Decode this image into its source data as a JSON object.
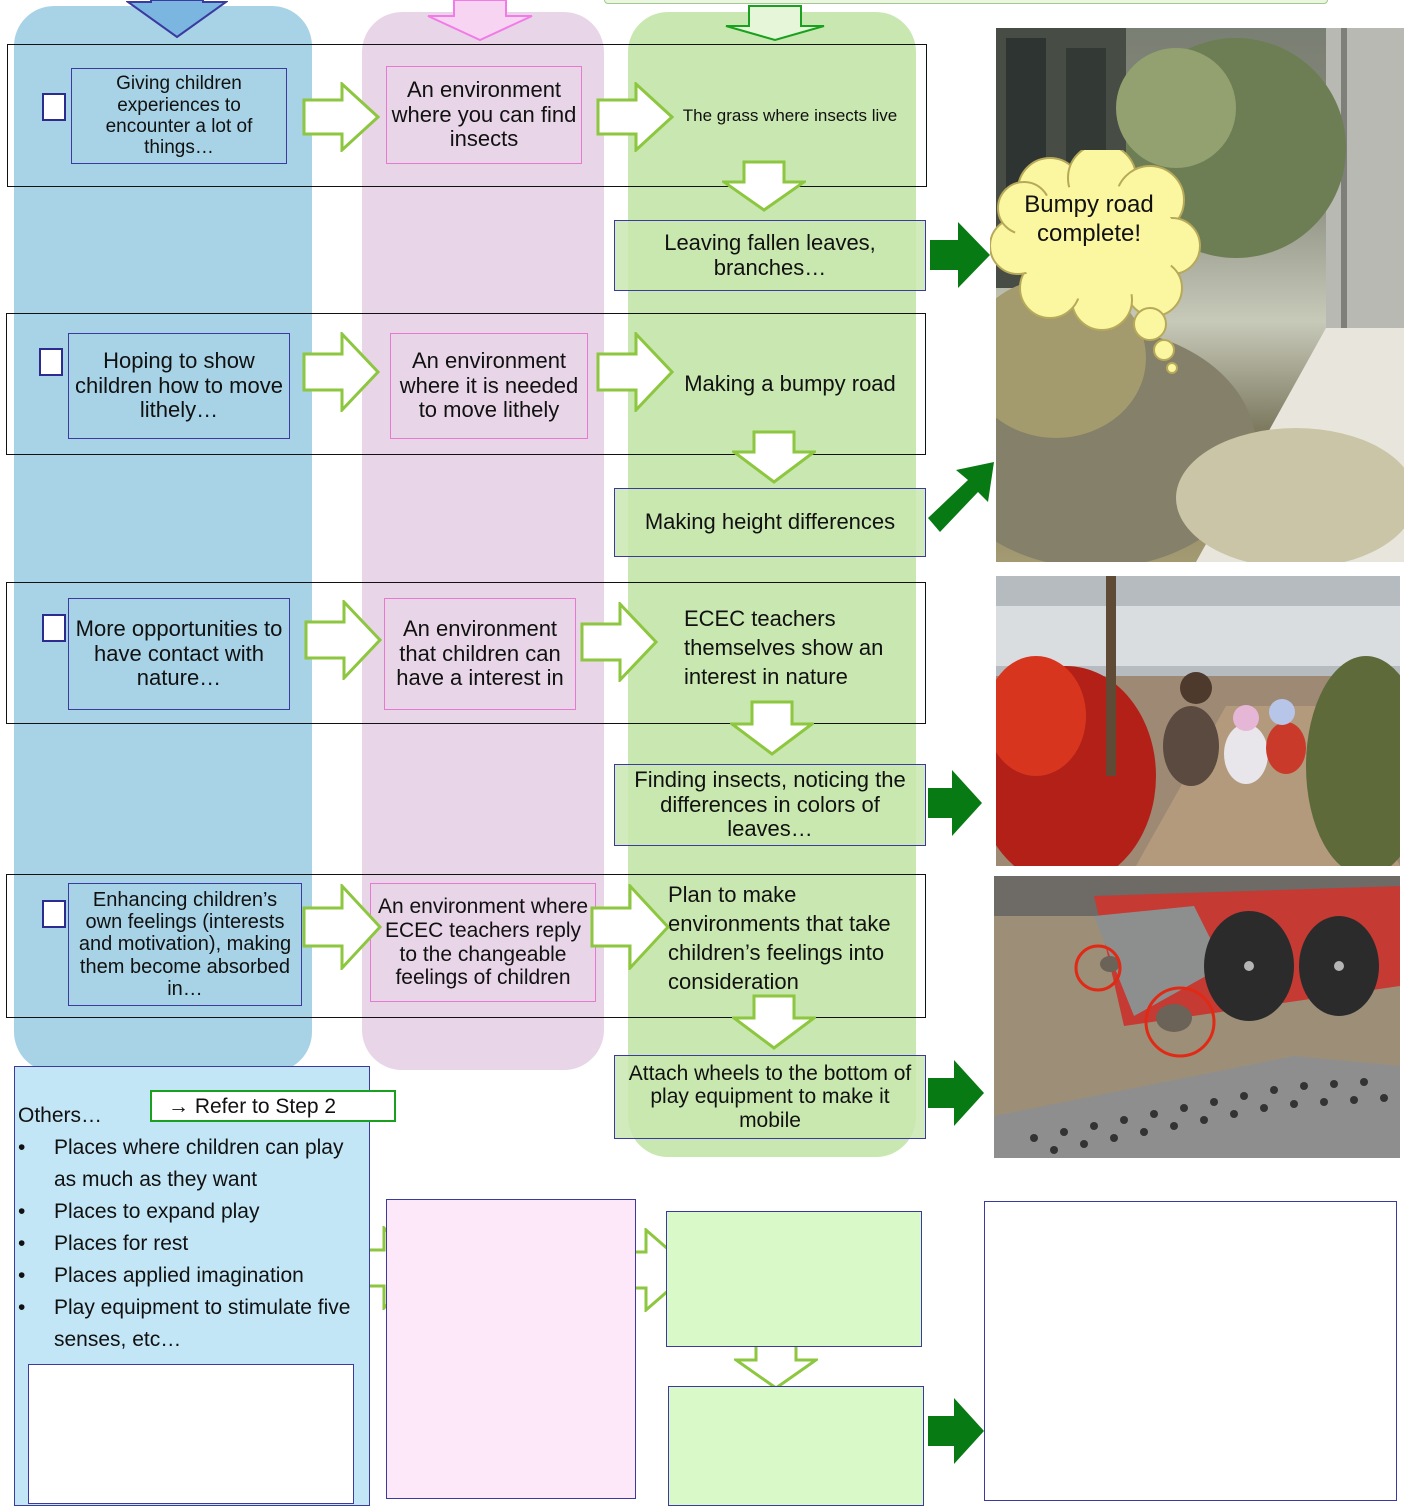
{
  "rows": [
    {
      "intent": "Giving children experiences to encounter a lot of things…",
      "environment": "An environment where you can find insects",
      "idea": "The grass where insects live",
      "action": "Leaving fallen leaves, branches…"
    },
    {
      "intent": "Hoping to show children how to move lithely…",
      "environment": "An environment where it is needed to move lithely",
      "idea": "Making a bumpy road",
      "action": "Making height differences"
    },
    {
      "intent": "More opportunities to have contact with nature…",
      "environment": "An environment that children can have a interest in",
      "idea": "ECEC teachers themselves show an interest in nature",
      "action": "Finding insects, noticing the differences in colors of leaves…"
    },
    {
      "intent": "Enhancing children’s own feelings (interests and motivation), making them become absorbed in…",
      "environment": "An environment where ECEC teachers reply to the changeable feelings of children",
      "idea": "Plan to make environments that take children’s feelings into consideration",
      "action": "Attach wheels to the bottom of play equipment to make it mobile"
    }
  ],
  "thought_bubble": "Bumpy road complete!",
  "others": {
    "title": "Others…",
    "refer": "→    Refer to Step 2",
    "items": [
      "Places where children can play as much as they want",
      "Places to expand play",
      "Places for rest",
      "Places applied imagination",
      "Play equipment to stimulate five senses, etc…"
    ]
  },
  "colors": {
    "blue_column": "#a8d3e6",
    "pink_column": "#e8d6e8",
    "green_column": "#c9e7b0",
    "arrow_outline": "#8dc63f",
    "dark_arrow": "#087a14",
    "box_border": "#3a3aa0",
    "pink_border": "#e67ad0"
  }
}
